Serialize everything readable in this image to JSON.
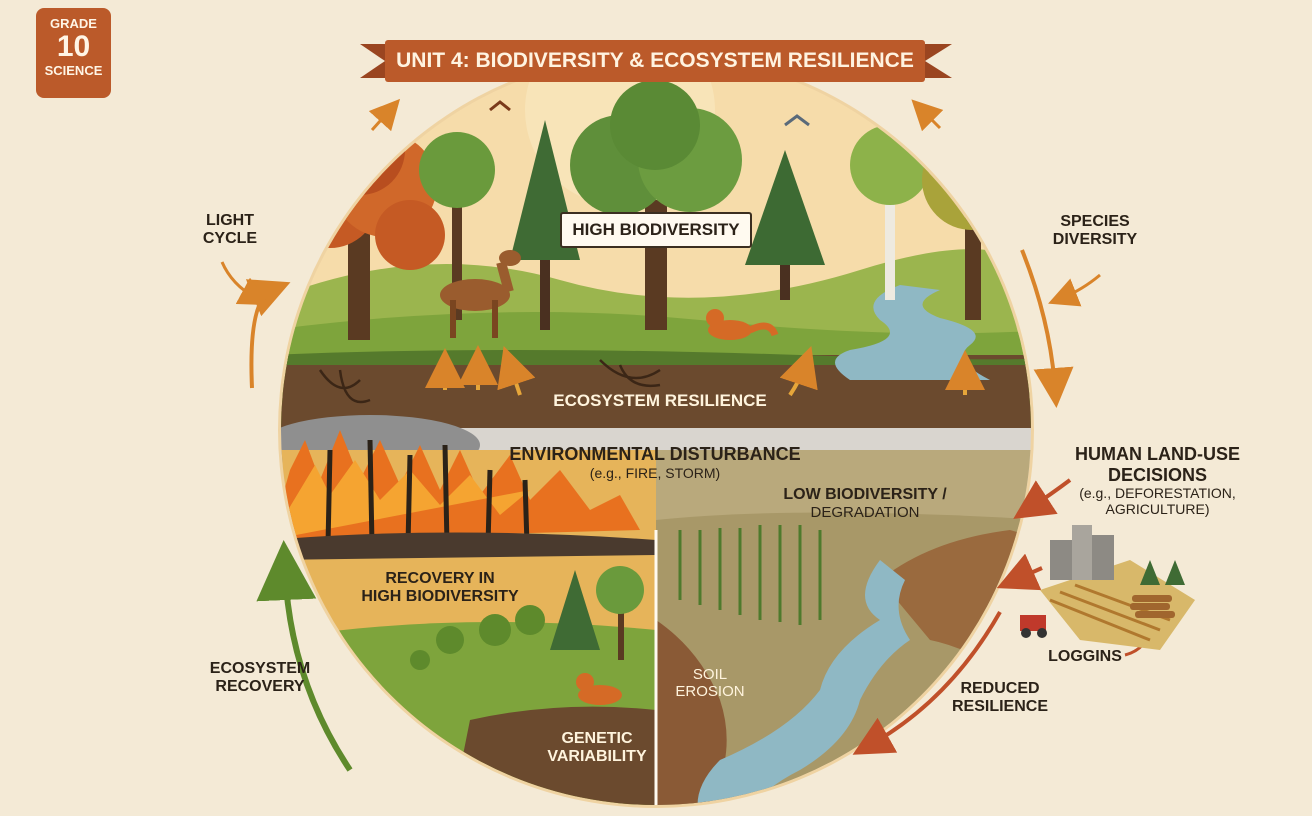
{
  "badge": {
    "line1": "GRADE",
    "line2": "10",
    "line3": "SCIENCE"
  },
  "title": "UNIT 4: BIODIVERSITY & ECOSYSTEM RESILIENCE",
  "labels": {
    "high_biodiversity": "HIGH BIODIVERSITY",
    "ecosystem_resilience": "ECOSYSTEM RESILIENCE",
    "light_cycle_1": "LIGHT",
    "light_cycle_2": "CYCLE",
    "species_diversity_1": "SPECIES",
    "species_diversity_2": "DIVERSITY",
    "env_disturbance": "ENVIRONMENTAL DISTURBANCE",
    "env_disturbance_eg": "(e.g., FIRE, STORM)",
    "human_land_use_1": "HUMAN LAND-USE",
    "human_land_use_2": "DECISIONS",
    "human_land_use_eg1": "(e.g., DEFORESTATION,",
    "human_land_use_eg2": "AGRICULTURE)",
    "low_biodiversity_1": "LOW BIODIVERSITY /",
    "low_biodiversity_2": "DEGRADATION",
    "recovery_1": "RECOVERY IN",
    "recovery_2": "HIGH BIODIVERSITY",
    "ecosystem_recovery_1": "ECOSYSTEM",
    "ecosystem_recovery_2": "RECOVERY",
    "genetic_1": "GENETIC",
    "genetic_2": "VARIABILITY",
    "soil_1": "SOIL",
    "soil_2": "EROSION",
    "loggins": "LOGGINS",
    "reduced_1": "REDUCED",
    "reduced_2": "RESILIENCE"
  },
  "colors": {
    "background": "#f4ead6",
    "banner": "#bb5a2a",
    "sky": "#f6dcaa",
    "grass": "#7ea43c",
    "soil": "#6b4a2e",
    "fire": "#e8711f",
    "water": "#8fb8c4",
    "arrow_orange": "#d9842a",
    "arrow_green": "#5e8a2c",
    "arrow_red": "#c0502a"
  }
}
